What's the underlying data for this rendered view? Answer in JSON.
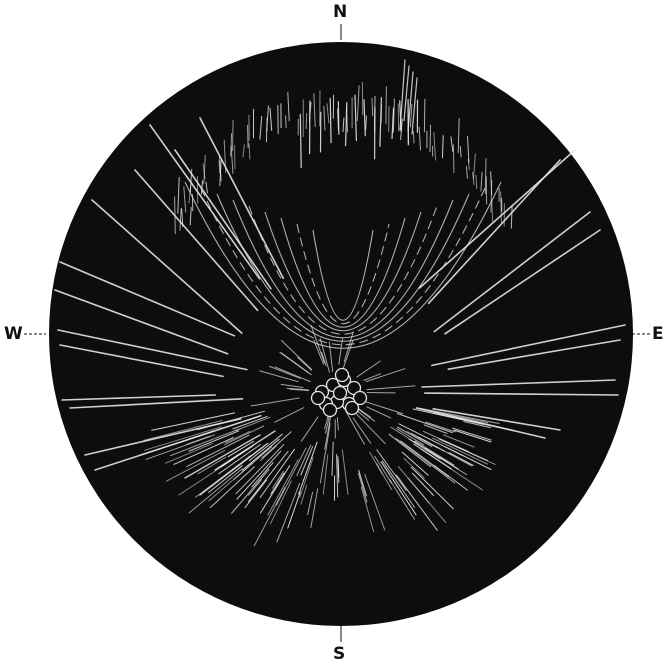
{
  "compass": {
    "north": "N",
    "south": "S",
    "west": "W",
    "east": "E"
  },
  "colors": {
    "disk": "#0d0d0d",
    "rays": "#e6e6e6",
    "background": "#ffffff",
    "labels": "#111111"
  }
}
